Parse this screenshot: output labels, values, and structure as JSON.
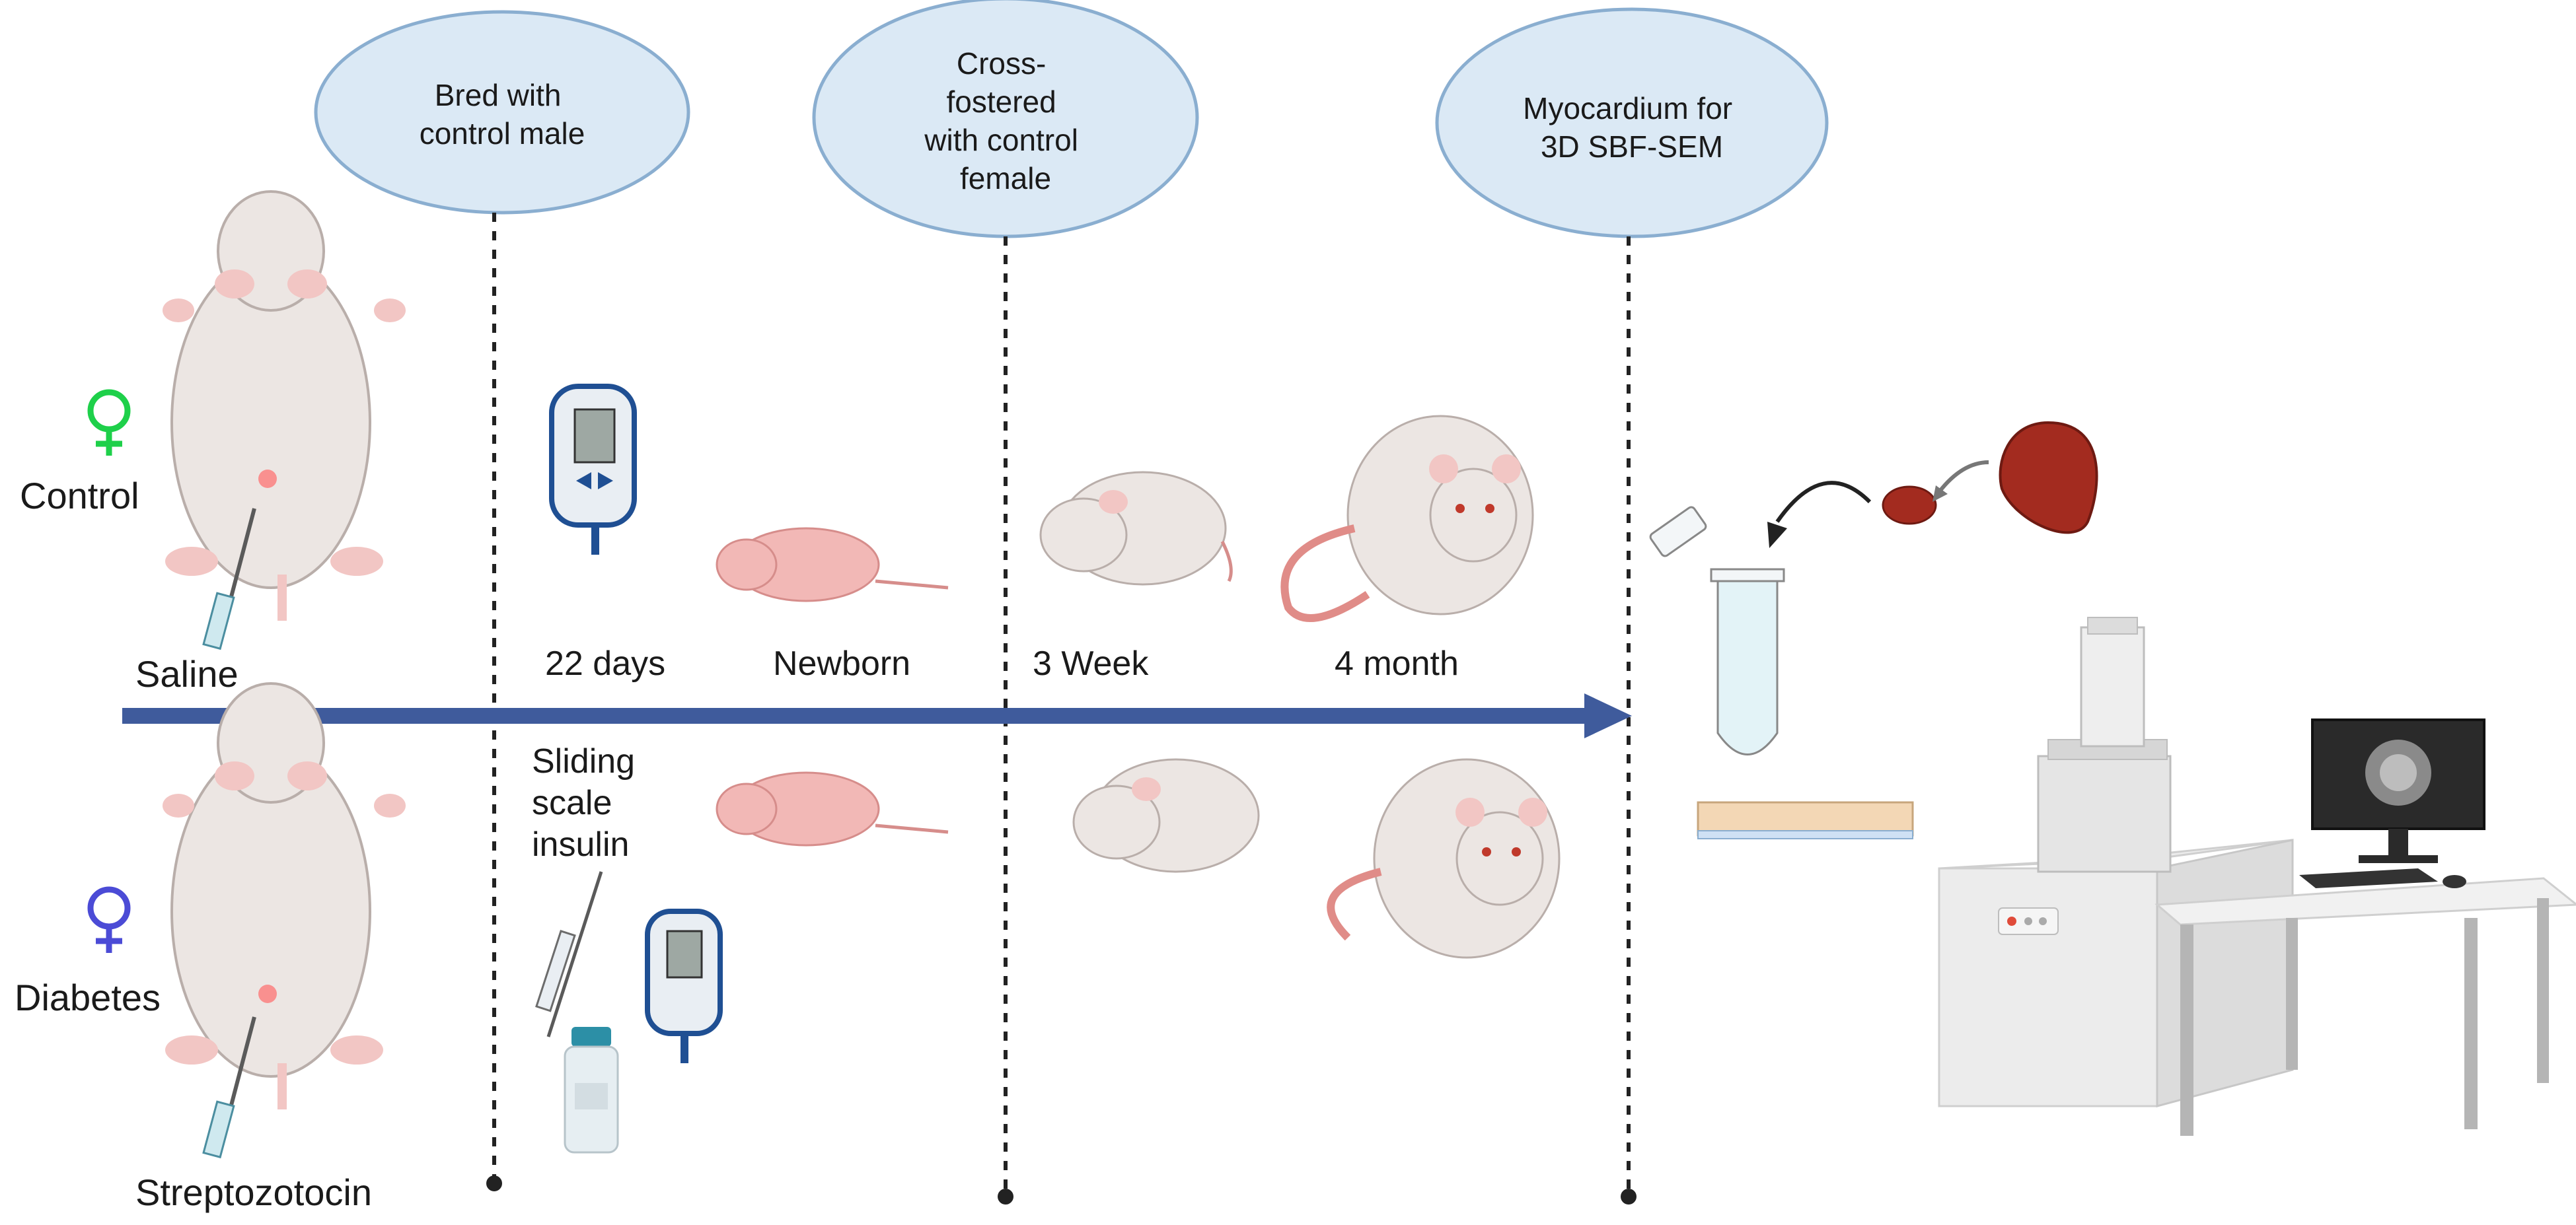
{
  "bubbles": [
    {
      "lines": [
        "Bred with",
        "control male"
      ]
    },
    {
      "lines": [
        "Cross-",
        "fostered",
        "with control",
        "female"
      ]
    },
    {
      "lines": [
        "Myocardium for",
        "3D SBF-SEM"
      ]
    }
  ],
  "groups": {
    "control": {
      "label": "Control",
      "injection": "Saline",
      "symbol_color": "#1ed04a"
    },
    "diabetes": {
      "label": "Diabetes",
      "injection": "Streptozotocin",
      "symbol_color": "#4b4bd6"
    }
  },
  "timeline": {
    "labels": [
      "22 days",
      "Newborn",
      "3 Week",
      "4 month"
    ],
    "insulin_lines": [
      "Sliding",
      "scale",
      "insulin"
    ]
  },
  "colors": {
    "arrow": "#3f5b9c",
    "bubble_fill": "#dbe9f5",
    "bubble_stroke": "#8aaed0",
    "rat_body": "#ece6e3",
    "pup": "#f2b8b6",
    "heart": "#a32b1f"
  }
}
